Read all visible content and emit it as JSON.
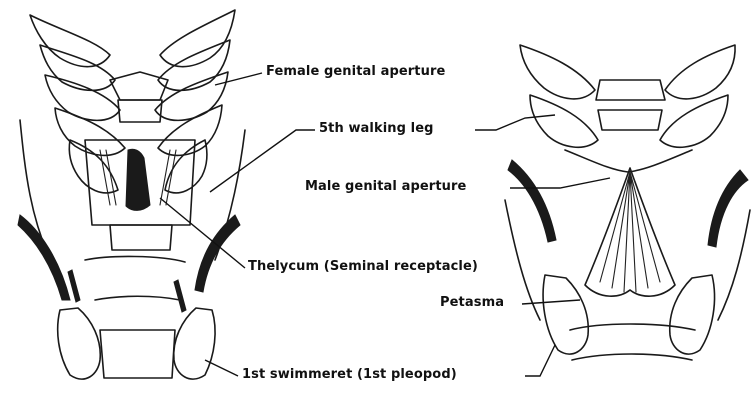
{
  "labels": {
    "female_genital_aperture": "Female genital aperture",
    "fifth_walking_leg": "5th walking leg",
    "male_genital_aperture": "Male genital aperture",
    "thelycum": "Thelycum (Seminal receptacle)",
    "petasma": "Petasma",
    "first_swimmeret": "1st swimmeret (1st pleopod)"
  },
  "icons": {
    "female_view": "female-ventral-view-illustration",
    "male_view": "male-ventral-view-illustration"
  }
}
